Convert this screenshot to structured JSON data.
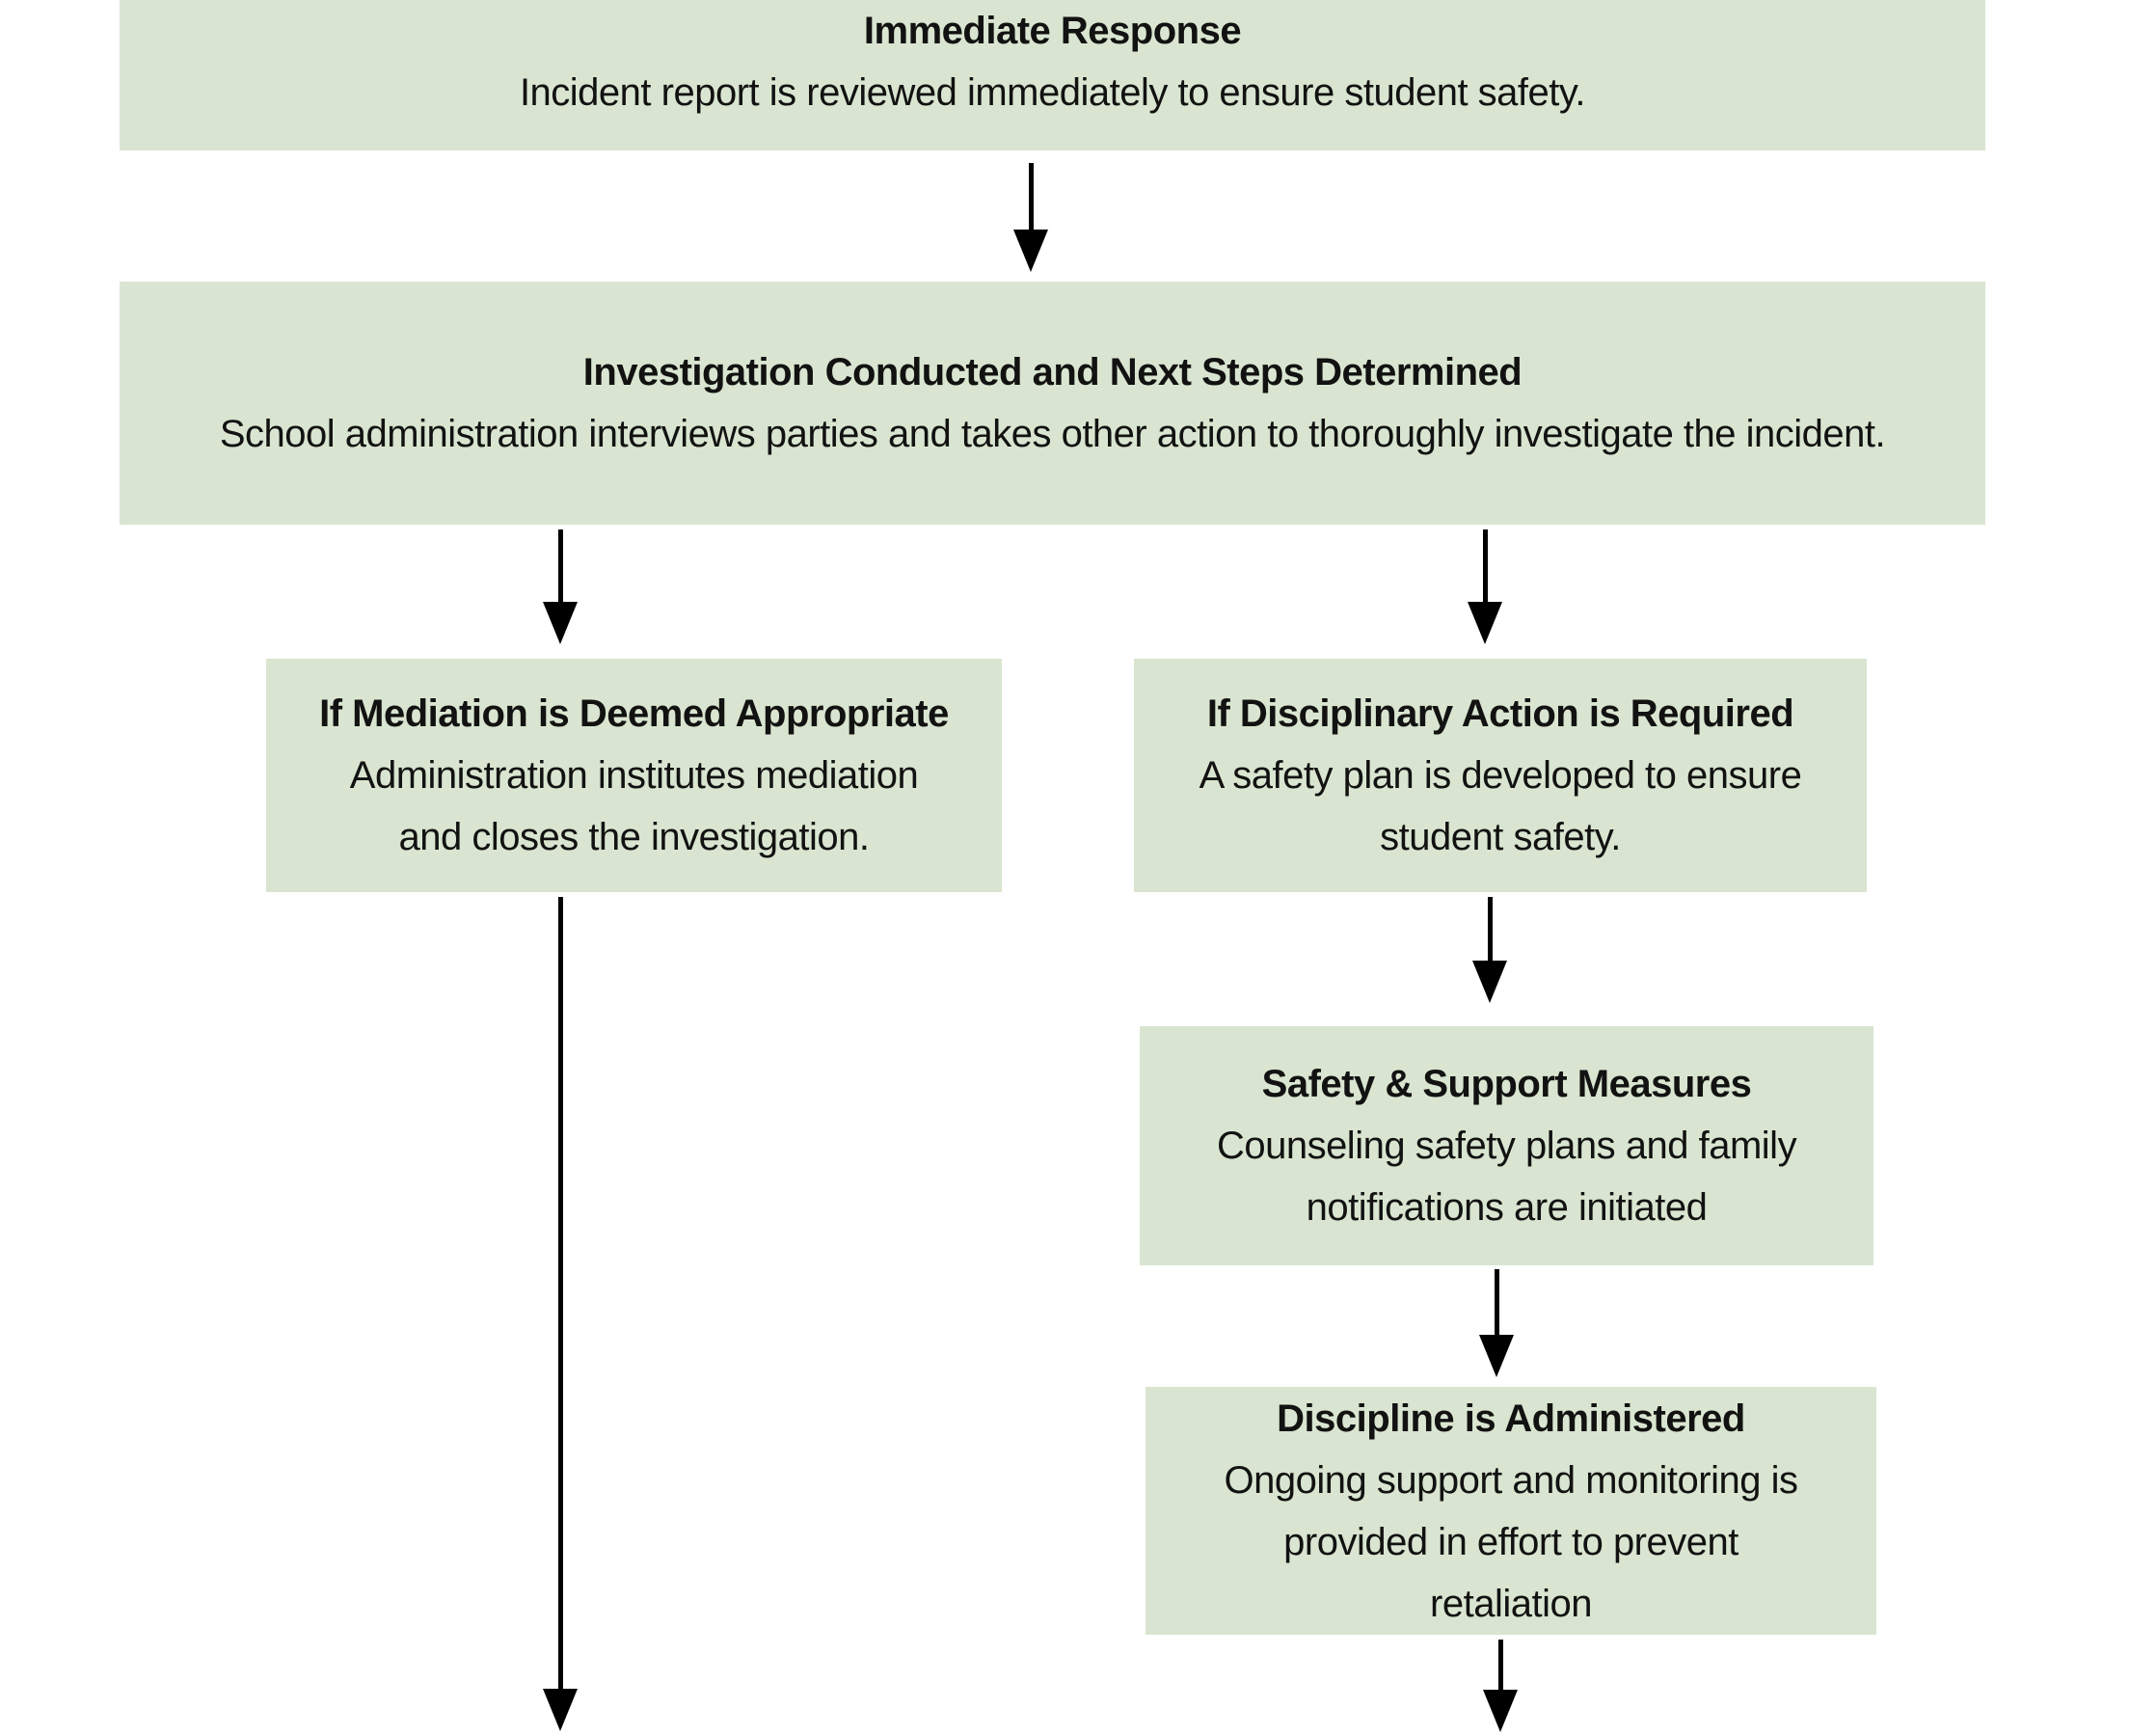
{
  "page": {
    "background_color": "#ffffff",
    "node_fill_color": "#d9e5d0",
    "text_color": "#121212",
    "arrow_color": "#000000"
  },
  "flowchart": {
    "nodes": [
      {
        "id": "immediate-response",
        "title": "Immediate Response",
        "lines": [
          "Incident report is reviewed immediately to ensure student safety."
        ]
      },
      {
        "id": "investigation",
        "title": "Investigation Conducted and Next Steps Determined",
        "lines": [
          "School administration interviews parties and takes other action to thoroughly investigate the incident."
        ]
      },
      {
        "id": "mediation",
        "title": "If Mediation is Deemed Appropriate",
        "lines": [
          "Administration institutes mediation",
          "and closes the investigation."
        ]
      },
      {
        "id": "disciplinary-action",
        "title": "If Disciplinary Action is Required",
        "lines": [
          "A safety plan is developed to ensure",
          "student safety."
        ]
      },
      {
        "id": "safety-support",
        "title": "Safety & Support Measures",
        "lines": [
          "Counseling safety plans and family",
          "notifications are initiated"
        ]
      },
      {
        "id": "discipline-administered",
        "title": "Discipline is Administered",
        "lines": [
          "Ongoing support and monitoring is",
          "provided in effort to prevent",
          "retaliation"
        ]
      }
    ]
  }
}
